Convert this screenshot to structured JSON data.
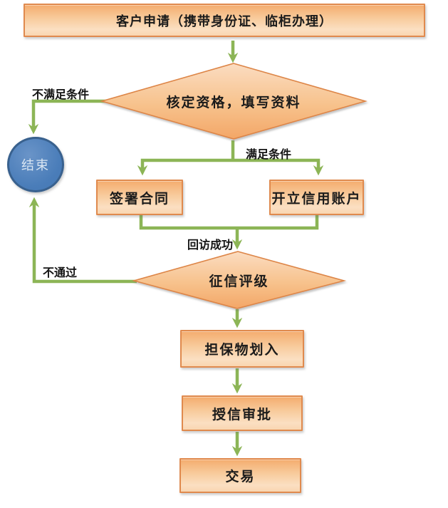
{
  "flowchart": {
    "title": "credit-account-opening-process",
    "nodes": {
      "customer_application": {
        "label": "客户申请（携带身份证、临柜办理）",
        "type": "process"
      },
      "verify_qualification": {
        "label": "核定资格，填写资料",
        "type": "decision"
      },
      "end_terminator": {
        "label": "结束",
        "type": "terminator"
      },
      "sign_contract": {
        "label": "签署合同",
        "type": "process"
      },
      "open_credit_account": {
        "label": "开立信用账户",
        "type": "process"
      },
      "credit_rating": {
        "label": "征信评级",
        "type": "decision"
      },
      "collateral_transfer": {
        "label": "担保物划入",
        "type": "process"
      },
      "credit_approval": {
        "label": "授信审批",
        "type": "process"
      },
      "transaction": {
        "label": "交易",
        "type": "process"
      }
    },
    "edge_labels": {
      "not_satisfied": "不满足条件",
      "satisfied": "满足条件",
      "callback_success": "回访成功",
      "not_passed": "不通过"
    },
    "colors": {
      "process_fill_top": "#f4ac6e",
      "process_fill_bottom": "#fbdfc2",
      "process_border": "#e08a4e",
      "diamond_fill_top": "#fbdcc1",
      "diamond_fill_bottom": "#f3a667",
      "diamond_border": "#dd8546",
      "terminator_fill": "#4a7db9",
      "terminator_border": "#39618e",
      "arrow_green": "#8cb556",
      "text": "#1b1b1b"
    }
  }
}
